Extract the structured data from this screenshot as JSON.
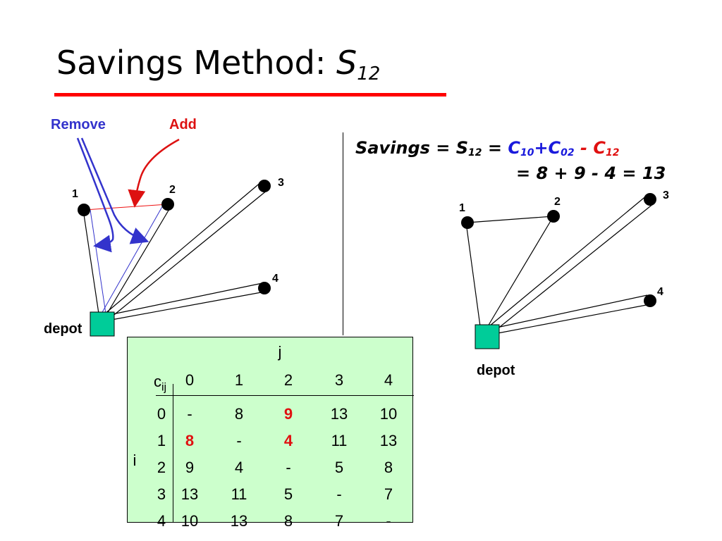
{
  "title": {
    "prefix": "Savings Method: ",
    "symbol": "S",
    "subscript": "12"
  },
  "left_diagram": {
    "remove_label": "Remove",
    "add_label": "Add",
    "nodes": [
      "1",
      "2",
      "3",
      "4"
    ],
    "depot_label": "depot"
  },
  "formula": {
    "savings": "Savings = S",
    "s_sub": "12",
    "eq": " = ",
    "c": "C",
    "c10_sub": "10",
    "plus": "+",
    "c02_sub": "02",
    "minus": " - ",
    "c12_sub": "12",
    "line2": "= 8 + 9 - 4 = 13"
  },
  "right_diagram": {
    "nodes": [
      "1",
      "2",
      "3",
      "4"
    ],
    "depot_label": "depot"
  },
  "matrix": {
    "j_label": "j",
    "i_label": "i",
    "c_label": "c",
    "c_sub": "ij",
    "col_headers": [
      "0",
      "1",
      "2",
      "3",
      "4"
    ],
    "row_headers": [
      "0",
      "1",
      "2",
      "3",
      "4"
    ],
    "rows": [
      [
        "-",
        "8",
        "9",
        "13",
        "10"
      ],
      [
        "8",
        "-",
        "4",
        "11",
        "13"
      ],
      [
        "9",
        "4",
        "-",
        "5",
        "8"
      ],
      [
        "13",
        "11",
        "5",
        "-",
        "7"
      ],
      [
        "10",
        "13",
        "8",
        "7",
        "-"
      ]
    ]
  },
  "colors": {
    "title_rule": "#ff0000",
    "depot_fill": "#00cc99",
    "remove": "#3333cc",
    "add": "#dd1111",
    "matrix_bg": "#ccffcc",
    "highlight": "#e01010",
    "formula_blue": "#1a1adc"
  }
}
